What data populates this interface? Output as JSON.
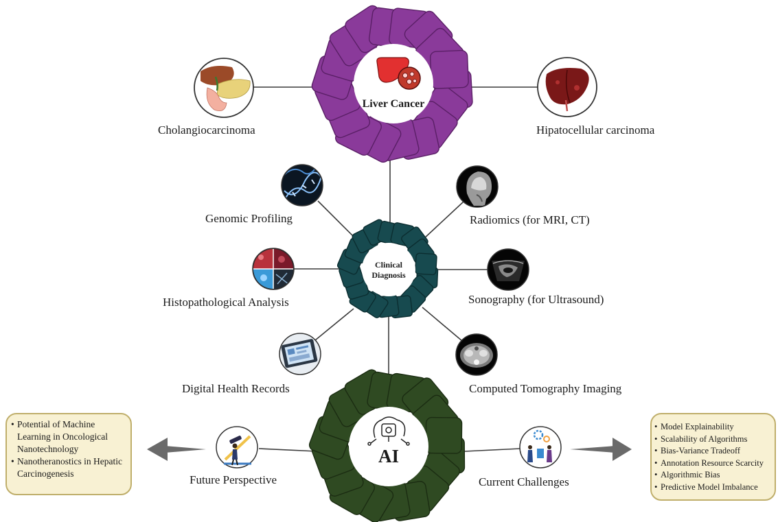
{
  "hubs": {
    "liver": {
      "title": "Liver Cancer",
      "color": "#8a3a9a",
      "edge": "#5a1f66"
    },
    "clinical": {
      "title_line1": "Clinical",
      "title_line2": "Diagnosis",
      "color": "#174a4f",
      "edge": "#0b2d30"
    },
    "ai": {
      "title": "AI",
      "color": "#2f4a22",
      "edge": "#1b2c12"
    }
  },
  "liver_branches": {
    "left": {
      "label": "Cholangiocarcinoma",
      "icon": "bile-duct-icon"
    },
    "right": {
      "label": "Hipatocellular carcinoma",
      "icon": "liver-icon"
    }
  },
  "diagnosis_methods": {
    "genomic": {
      "label": "Genomic Profiling",
      "icon": "dna-icon"
    },
    "histo": {
      "label": "Histopathological Analysis",
      "icon": "histology-icon"
    },
    "records": {
      "label": "Digital Health Records",
      "icon": "tablet-icon"
    },
    "radiomics": {
      "label": "Radiomics (for MRI, CT)",
      "icon": "mri-head-icon"
    },
    "sono": {
      "label": "Sonography (for Ultrasound)",
      "icon": "ultrasound-icon"
    },
    "ct": {
      "label": "Computed Tomography Imaging",
      "icon": "ct-scan-icon"
    }
  },
  "future": {
    "label": "Future Perspective",
    "icon": "telescope-person-icon",
    "items": [
      "Potential of Machine Learning in Oncological Nanotechnology",
      "Nanotheranostics in Hepatic Carcinogenesis"
    ]
  },
  "challenges": {
    "label": "Current Challenges",
    "icon": "team-gears-icon",
    "items": [
      "Model Explainability",
      "Scalability of Algorithms",
      "Bias-Variance Tradeoff",
      "Annotation Resource Scarcity",
      "Algorithmic Bias",
      "Predictive Model Imbalance"
    ]
  }
}
